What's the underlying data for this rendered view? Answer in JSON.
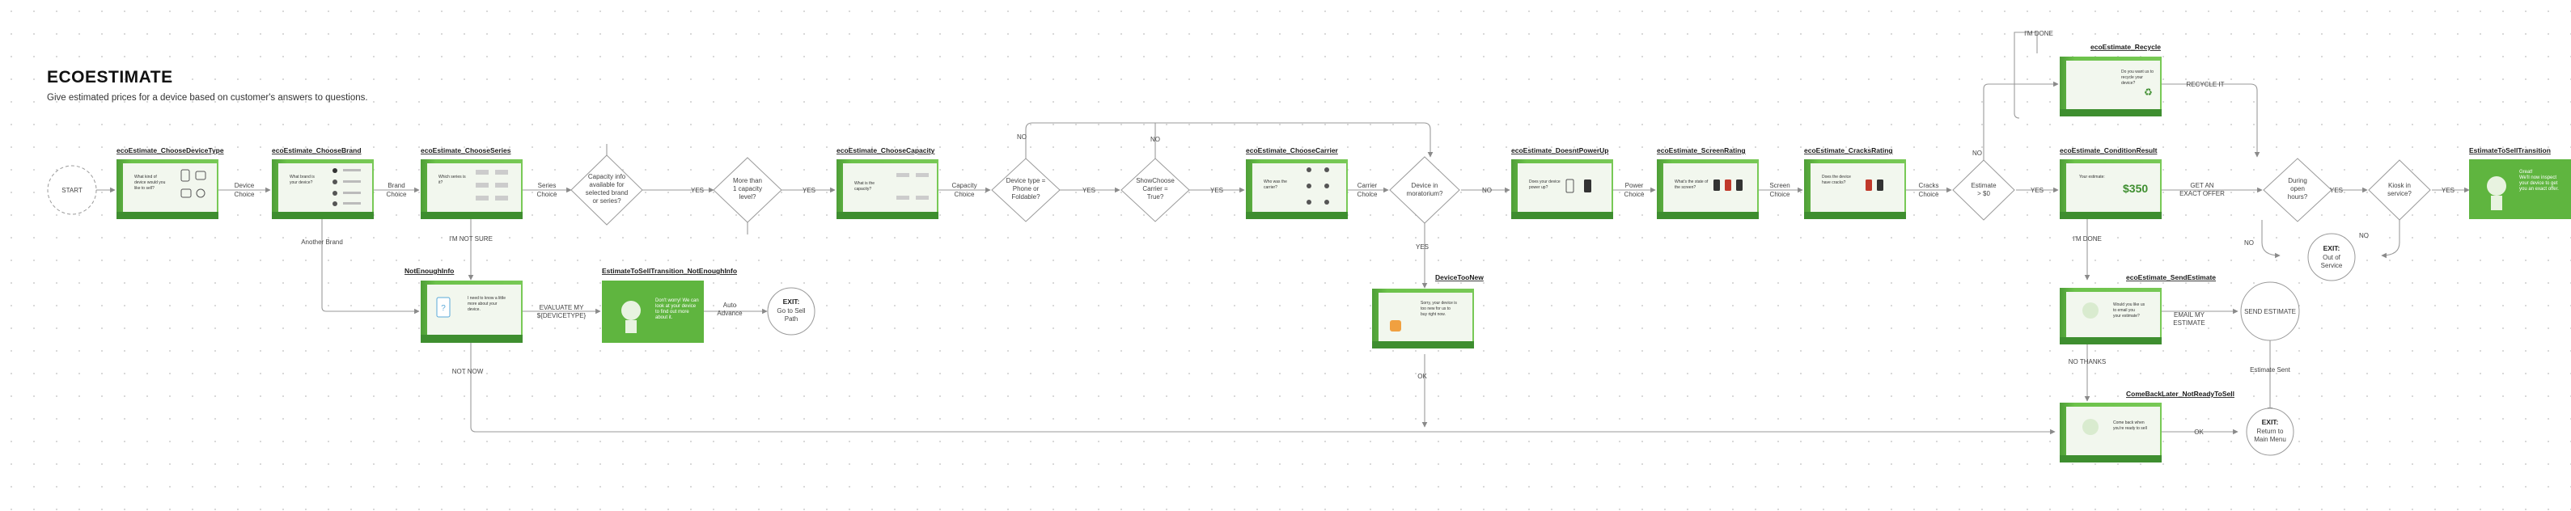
{
  "header": {
    "title": "ECOESTIMATE",
    "subtitle": "Give estimated prices for a device based on customer's answers to questions."
  },
  "nodes": {
    "start": "START",
    "choose_device_type": "ecoEstimate_ChooseDeviceType",
    "choose_brand": "ecoEstimate_ChooseBrand",
    "choose_series": "ecoEstimate_ChooseSeries",
    "not_enough_info": "NotEnoughInfo",
    "transition_not_enough": "EstimateToSellTransition_NotEnoughInfo",
    "choose_capacity": "ecoEstimate_ChooseCapacity",
    "choose_carrier": "ecoEstimate_ChooseCarrier",
    "device_too_new": "DeviceTooNew",
    "doesnt_power_up": "ecoEstimate_DoesntPowerUp",
    "screen_rating": "ecoEstimate_ScreenRating",
    "cracks_rating": "ecoEstimate_CracksRating",
    "recycle": "ecoEstimate_Recycle",
    "condition_result": "ecoEstimate_ConditionResult",
    "send_estimate": "ecoEstimate_SendEstimate",
    "come_back_later": "ComeBackLater_NotReadyToSell",
    "to_sell_transition": "EstimateToSellTransition"
  },
  "decisions": {
    "capacity_info": [
      "Capacity info",
      "available for",
      "selected brand",
      "or series?"
    ],
    "more_than_one": [
      "More than",
      "1 capacity",
      "level?"
    ],
    "device_type": [
      "Device type =",
      "Phone or",
      "Foldable?"
    ],
    "show_choose_carrier": [
      "ShowChoose",
      "Carrier =",
      "True?"
    ],
    "device_moratorium": [
      "Device in",
      "moratorium?"
    ],
    "estimate_gt_0": [
      "Estimate",
      "> $0"
    ],
    "during_open_hours": [
      "During",
      "open",
      "hours?"
    ],
    "kiosk_in_service": [
      "Kiosk in",
      "service?"
    ]
  },
  "terminals": {
    "exit_go_to_sell": [
      "EXIT:",
      "Go to Sell",
      "Path"
    ],
    "exit_out_of_service": [
      "EXIT:",
      "Out of",
      "Service"
    ],
    "exit_return_main": [
      "EXIT:",
      "Return to",
      "Main Menu"
    ],
    "send_estimate_action": "SEND ESTIMATE"
  },
  "edge_labels": {
    "device_choice": [
      "Device",
      "Choice"
    ],
    "brand_choice": [
      "Brand",
      "Choice"
    ],
    "series_choice": [
      "Series",
      "Choice"
    ],
    "capacity_choice": [
      "Capacity",
      "Choice"
    ],
    "carrier_choice": [
      "Carrier",
      "Choice"
    ],
    "power_choice": [
      "Power",
      "Choice"
    ],
    "screen_choice": [
      "Screen",
      "Choice"
    ],
    "cracks_choice": [
      "Cracks",
      "Choice"
    ],
    "another_brand": "Another Brand",
    "im_not_sure": "I'M NOT SURE",
    "evaluate_my": [
      "EVALUATE MY",
      "${DEVICETYPE}"
    ],
    "auto_advance": [
      "Auto",
      "Advance"
    ],
    "not_now": "NOT NOW",
    "yes": "YES",
    "no": "NO",
    "im_done": "I'M DONE",
    "recycle_it": "RECYCLE IT",
    "get_exact_offer": [
      "GET AN",
      "EXACT OFFER"
    ],
    "email_my_estimate": [
      "EMAIL MY",
      "ESTIMATE"
    ],
    "no_thanks": "NO THANKS",
    "estimate_sent": "Estimate Sent",
    "ok": "OK"
  },
  "screen_texts": {
    "device_type_q": [
      "What kind of",
      "device would you",
      "like to sell?"
    ],
    "brand_q": [
      "What brand is",
      "your device?"
    ],
    "series_q": [
      "Which series is",
      "it?"
    ],
    "not_enough_q": [
      "I need to know a little",
      "more about your",
      "device."
    ],
    "transition_q": [
      "Don't worry! We can",
      "look at your device",
      "to find out more",
      "about it."
    ],
    "capacity_q": [
      "What is the",
      "capacity?"
    ],
    "carrier_q": [
      "Who was the",
      "carrier?"
    ],
    "too_new_q": [
      "Sorry, your device is",
      "too new for us to",
      "buy right now."
    ],
    "power_q": [
      "Does your device",
      "power up?"
    ],
    "screen_q": [
      "What's the state of",
      "the screen?"
    ],
    "cracks_q": [
      "Does the device",
      "have cracks?"
    ],
    "recycle_q": [
      "Do you want us to",
      "recycle your",
      "device?"
    ],
    "result_q": [
      "Your estimate:"
    ],
    "result_price": "$350",
    "send_q": [
      "Would you like us",
      "to email you",
      "your estimate?"
    ],
    "come_back_q": [
      "Come back when",
      "you're ready to sell"
    ],
    "sell_q": [
      "Great!",
      "We'll now inspect",
      "your device to get",
      "you an exact offer."
    ]
  },
  "colors": {
    "screen_green": "#6cc24a",
    "screen_dark": "#3e8e2f",
    "screen_panel": "#f2f7ee",
    "edge": "#9a9a9a",
    "title": "#111111"
  }
}
